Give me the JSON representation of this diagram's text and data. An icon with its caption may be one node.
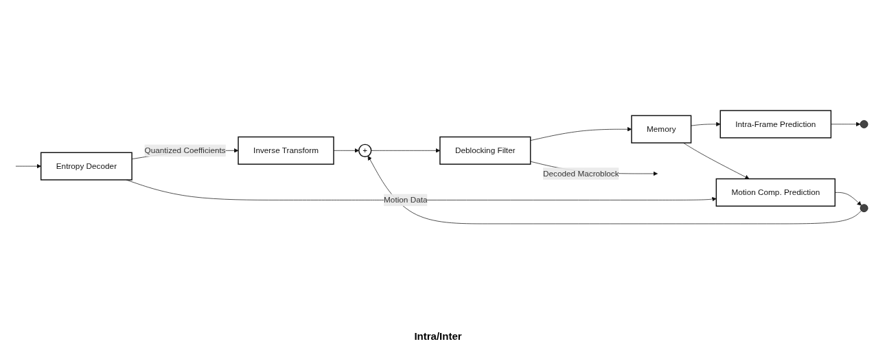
{
  "diagram": {
    "nodes": [
      {
        "text": [
          "Entropy Decoder"
        ]
      },
      {
        "text": [
          "Inverse Transform"
        ]
      },
      {
        "text": [
          "+"
        ]
      },
      {
        "text": [
          "Deblocking Filter"
        ]
      },
      {
        "text": [
          "Intra-Frame Prediction"
        ]
      },
      {
        "text": [
          "Memory"
        ]
      },
      {
        "text": [
          "Motion Comp. Prediction"
        ]
      },
      {
        "text": [],
        "shape": "circle"
      },
      {
        "text": [],
        "shape": "circle"
      }
    ],
    "edges": [
      {
        "from": null,
        "to": 0,
        "arrow": "to"
      },
      {
        "from": 0,
        "to": 1,
        "label": "Quantized Coefficients",
        "arrow": "to"
      },
      {
        "from": 1,
        "to": 2,
        "arrow": "to"
      },
      {
        "from": 2,
        "to": 3,
        "arrow": "to"
      },
      {
        "from": 3,
        "to": null,
        "label": "Decoded Macroblock",
        "arrow": "to"
      },
      {
        "from": 3,
        "to": 5,
        "arrow": "to"
      },
      {
        "from": 5,
        "to": 4,
        "arrow": "to"
      },
      {
        "from": 5,
        "to": 6,
        "arrow": "to"
      },
      {
        "from": 4,
        "to": 7,
        "arrow": "to"
      },
      {
        "from": 6,
        "to": 8,
        "arrow": "to"
      },
      {
        "from": 0,
        "to": 6,
        "label": "Motion Data",
        "arrow": "to"
      },
      {
        "from": 8,
        "to": 2,
        "arrow": "to"
      }
    ],
    "labels": [
      "Intra/Inter"
    ]
  }
}
